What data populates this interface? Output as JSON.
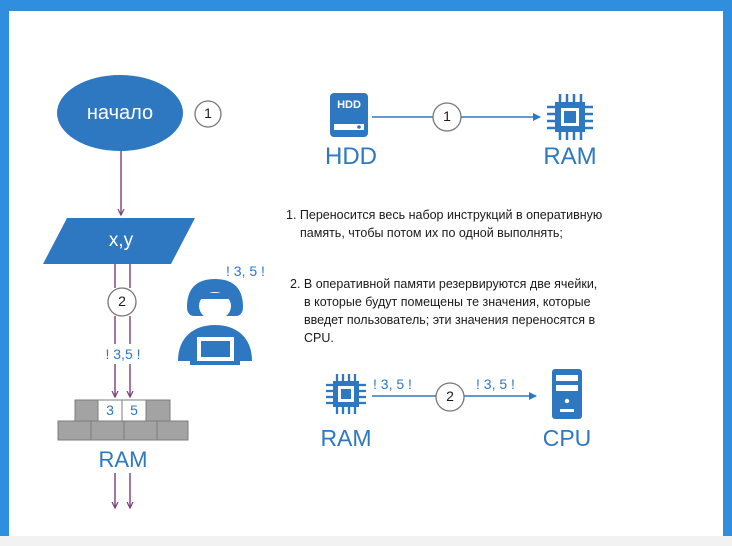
{
  "colors": {
    "frame": "#2f8fde",
    "blue": "#2e78c2",
    "line": "#7a3e7a",
    "text": "#1a1a1a",
    "brick": "#a0a0a0"
  },
  "flowchart": {
    "start_label": "начало",
    "step1_marker": "1",
    "input_label": "x,y",
    "step2_marker": "2",
    "values_label": "! 3,5 !",
    "cell_value_1": "3",
    "cell_value_2": "5",
    "ram_label": "RAM",
    "user_values": "! 3, 5 !"
  },
  "hdd_ram": {
    "hdd_chip_label": "HDD",
    "hdd_label": "HDD",
    "marker": "1",
    "ram_label": "RAM",
    "icons": [
      "hdd-icon",
      "chip-icon"
    ]
  },
  "explanations": [
    {
      "line1": "1. Переносится весь набор инструкций в оперативную",
      "line2": "память, чтобы потом их по одной выполнять;"
    },
    {
      "line1": "2. В оперативной памяти резервируются две ячейки,",
      "line2": "в которые будут помещены те значения, которые",
      "line3": "введет пользователь; эти значения переносятся в",
      "line4": "CPU."
    }
  ],
  "ram_cpu": {
    "ram_label": "RAM",
    "cpu_label": "CPU",
    "marker": "2",
    "value_left": "! 3, 5 !",
    "value_right": "! 3, 5 !",
    "icons": [
      "chip-icon",
      "computer-tower-icon"
    ]
  }
}
